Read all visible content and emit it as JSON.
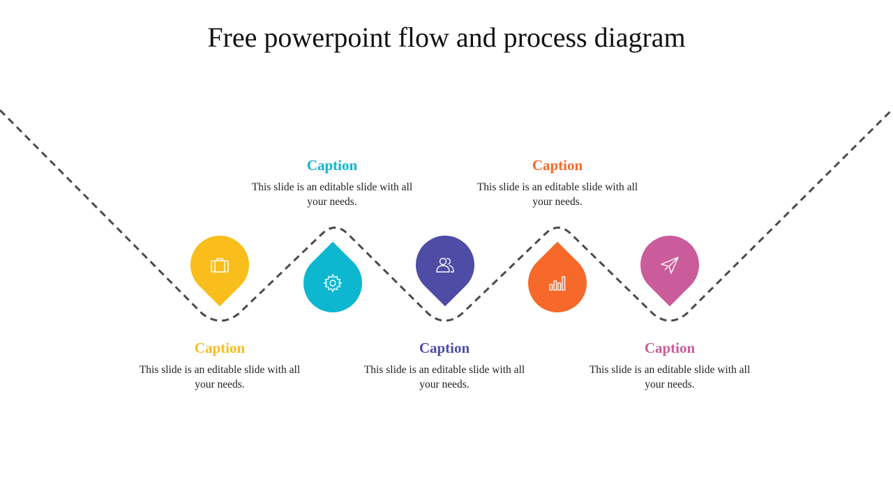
{
  "slide": {
    "title": "Free powerpoint flow and process diagram"
  },
  "steps": [
    {
      "color": "#F9BE1B",
      "icon": "briefcase-icon",
      "caption": "Caption",
      "text": "This slide is an editable slide with all your needs."
    },
    {
      "color": "#0DB7D0",
      "icon": "gear-icon",
      "caption": "Caption",
      "text": "This slide is an editable slide with all your needs."
    },
    {
      "color": "#4E4CA4",
      "icon": "users-icon",
      "caption": "Caption",
      "text": "This slide is an editable slide with all your needs."
    },
    {
      "color": "#F6692A",
      "icon": "bar-chart-icon",
      "caption": "Caption",
      "text": "This slide is an editable slide with all your needs."
    },
    {
      "color": "#CB5C9B",
      "icon": "paper-plane-icon",
      "caption": "Caption",
      "text": "This slide is an editable slide with all your needs."
    }
  ]
}
